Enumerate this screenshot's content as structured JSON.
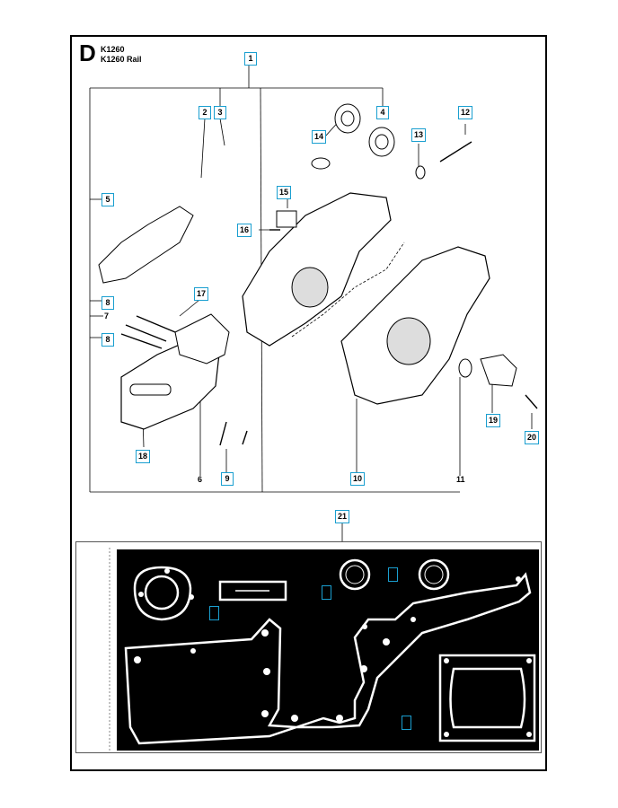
{
  "section": "D",
  "models": [
    "K1260",
    "K1260 Rail"
  ],
  "callouts": {
    "c1": "1",
    "c2": "2",
    "c3": "3",
    "c4": "4",
    "c5": "5",
    "c6": "6",
    "c7": "7",
    "c8a": "8",
    "c8b": "8",
    "c9": "9",
    "c10": "10",
    "c11": "11",
    "c12": "12",
    "c13": "13",
    "c14": "14",
    "c15": "15",
    "c16": "16",
    "c17": "17",
    "c18": "18",
    "c19": "19",
    "c20": "20",
    "c21": "21"
  },
  "colors": {
    "callout_border": "#1a9fd0",
    "kit_background": "#000000",
    "gasket_fill": "#ffffff"
  }
}
